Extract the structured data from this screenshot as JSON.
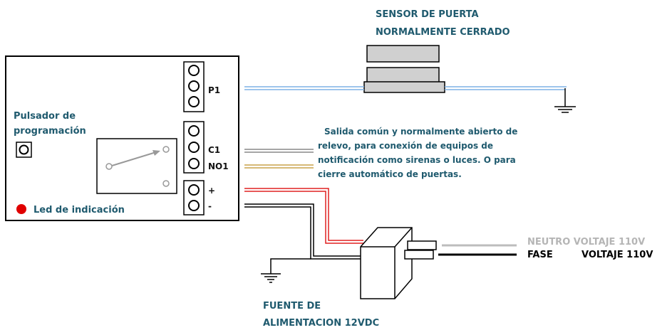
{
  "sensor": {
    "title_line1": "SENSOR DE PUERTA",
    "title_line2": "NORMALMENTE CERRADO"
  },
  "board": {
    "button_label_line1": "Pulsador de",
    "button_label_line2": "programación",
    "led_label": "Led de indicación",
    "terminal_p1": "P1",
    "terminal_c1": "C1",
    "terminal_no1": "NO1",
    "terminal_plus": "+",
    "terminal_minus": "-"
  },
  "relay_note": [
    "Salida común y normalmente abierto de",
    "relevo, para conexión de equipos de",
    "notificación como sirenas o luces. O para",
    "cierre automático de puertas."
  ],
  "power": {
    "neutro": "NEUTRO VOLTAJE 110V",
    "fase": "FASE",
    "fase_voltage": "VOLTAJE 110V",
    "supply_line1": "FUENTE DE",
    "supply_line2": "ALIMENTACION 12VDC"
  },
  "colors": {
    "label_teal": "#1f5a6e",
    "sensor_wire": "#7fb2e6",
    "red_wire": "#e02020",
    "led": "#e00000",
    "neutral_wire": "#b5b5b5",
    "no_wire": "#c9a24a"
  }
}
